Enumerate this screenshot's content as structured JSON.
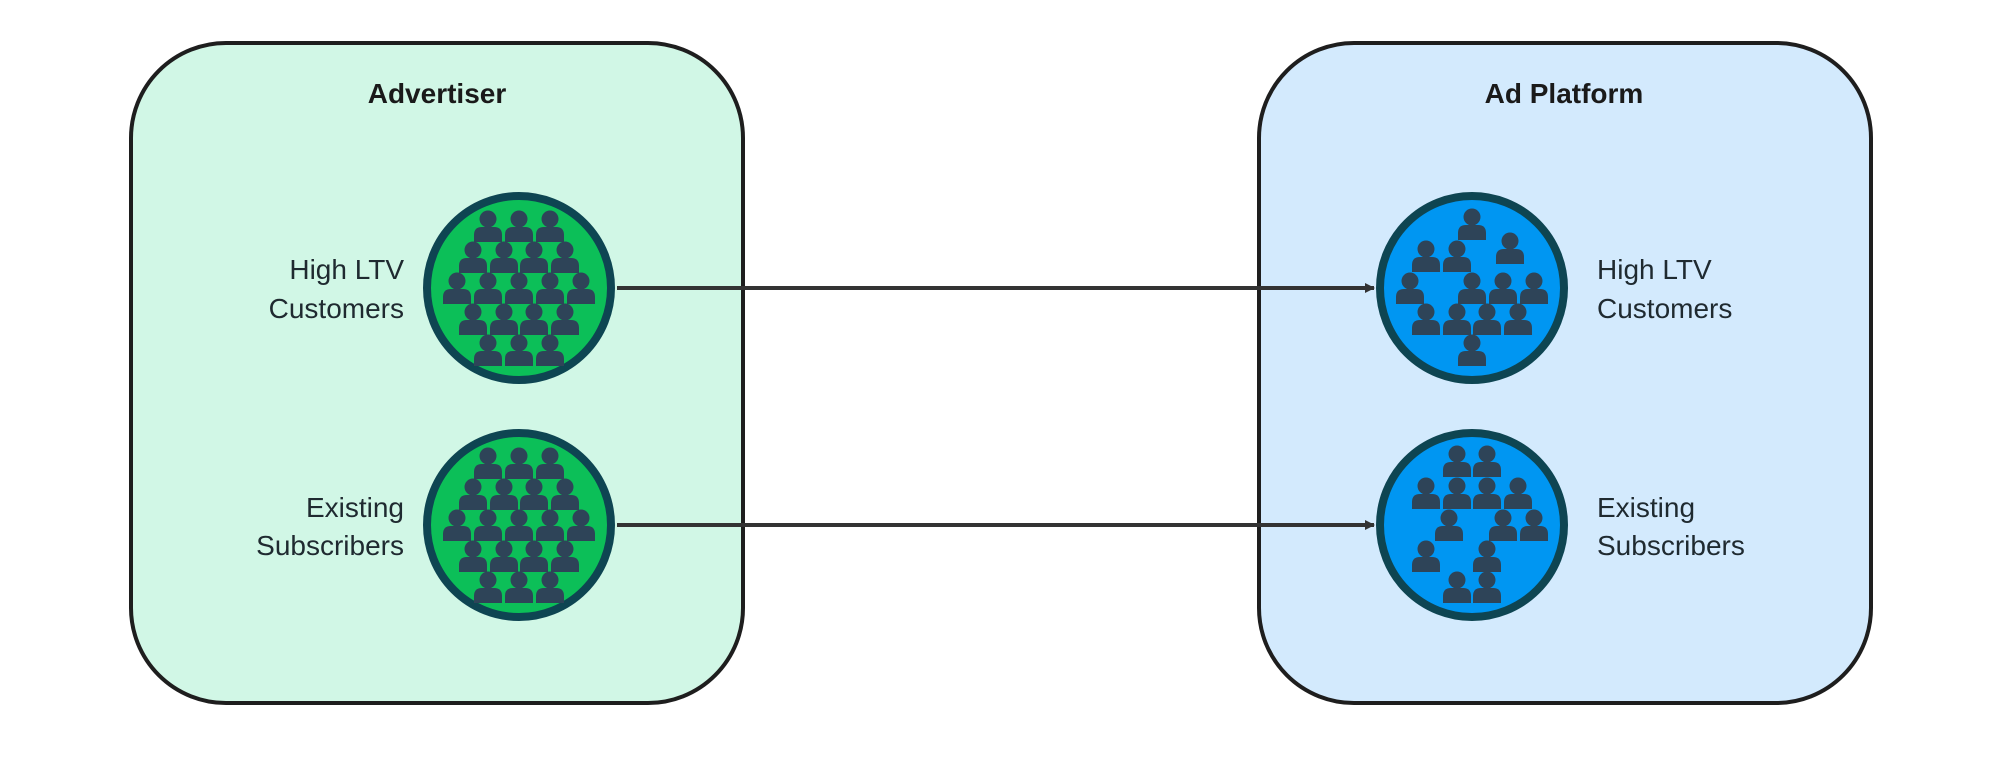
{
  "colors": {
    "advertiser_panel_fill": "#d1f7e6",
    "platform_panel_fill": "#d3eafd",
    "panel_stroke": "#1e1e1e",
    "green_circle_fill": "#0cbf58",
    "blue_circle_fill": "#0096f2",
    "circle_ring": "#0e4552",
    "person_icon": "#2e4458",
    "arrow": "#333333"
  },
  "advertiser": {
    "title": "Advertiser",
    "groups": [
      {
        "label_line1": "High LTV",
        "label_line2": "Customers",
        "icon": "crowd-icon"
      },
      {
        "label_line1": "Existing",
        "label_line2": "Subscribers",
        "icon": "crowd-icon"
      }
    ]
  },
  "ad_platform": {
    "title": "Ad Platform",
    "groups": [
      {
        "label_line1": "High LTV",
        "label_line2": "Customers",
        "icon": "sparse-crowd-icon"
      },
      {
        "label_line1": "Existing",
        "label_line2": "Subscribers",
        "icon": "sparse-crowd-icon"
      }
    ]
  }
}
